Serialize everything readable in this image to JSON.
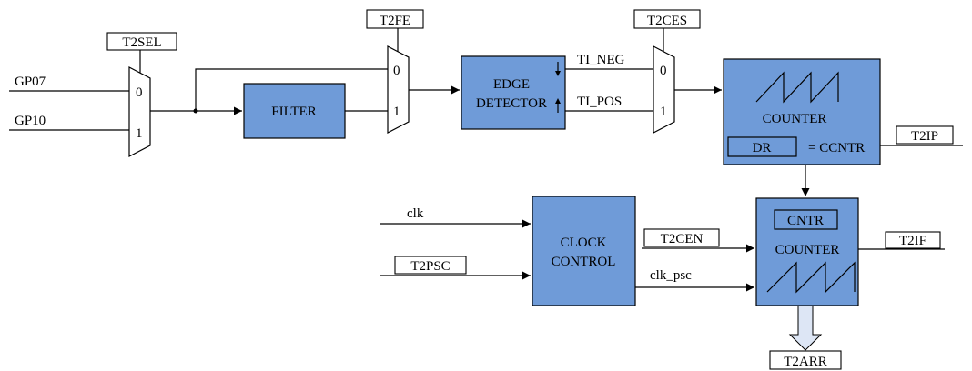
{
  "diagram": {
    "inputs": {
      "gp07": "GP07",
      "gp10": "GP10",
      "clk": "clk"
    },
    "signals": {
      "t2sel": "T2SEL",
      "t2fe": "T2FE",
      "t2ces": "T2CES",
      "t2ip": "T2IP",
      "t2cen": "T2CEN",
      "t2psc": "T2PSC",
      "t2if": "T2IF",
      "t2arr": "T2ARR",
      "ti_neg": "TI_NEG",
      "ti_pos": "TI_POS",
      "clk_psc": "clk_psc"
    },
    "mux_ports": {
      "zero": "0",
      "one": "1"
    },
    "blocks": {
      "filter": "FILTER",
      "edge_detector": [
        "EDGE",
        "DETECTOR"
      ],
      "clock_control": [
        "CLOCK",
        "CONTROL"
      ],
      "capture_counter": {
        "title": "COUNTER",
        "dr": "DR",
        "eq": "= CCNTR"
      },
      "main_counter": {
        "cntr": "CNTR",
        "title": "COUNTER"
      }
    },
    "colors": {
      "block_fill": "#6f9bd8",
      "arrow_fill": "#dde6f5",
      "line": "#000000"
    }
  }
}
